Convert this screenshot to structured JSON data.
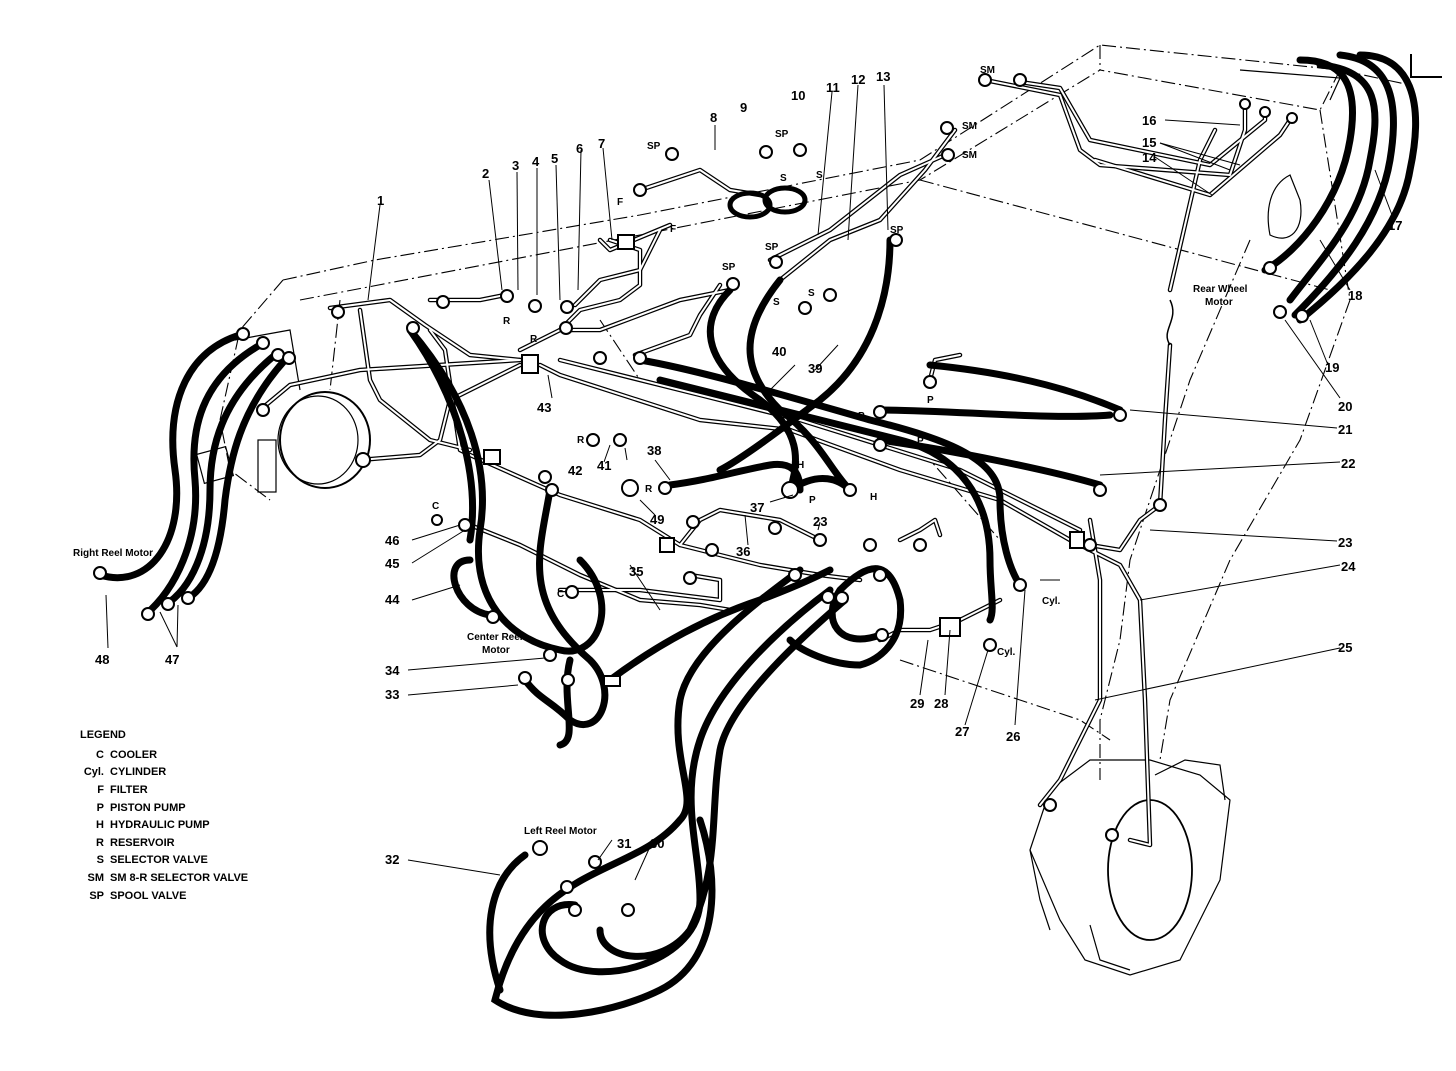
{
  "legend": {
    "title": "LEGEND",
    "items": [
      {
        "abbr": "C",
        "desc": "COOLER"
      },
      {
        "abbr": "Cyl.",
        "desc": "CYLINDER"
      },
      {
        "abbr": "F",
        "desc": "FILTER"
      },
      {
        "abbr": "P",
        "desc": "PISTON PUMP"
      },
      {
        "abbr": "H",
        "desc": "HYDRAULIC PUMP"
      },
      {
        "abbr": "R",
        "desc": "RESERVOIR"
      },
      {
        "abbr": "S",
        "desc": "SELECTOR VALVE"
      },
      {
        "abbr": "SM",
        "desc": "SM 8-R SELECTOR VALVE"
      },
      {
        "abbr": "SP",
        "desc": "SPOOL VALVE"
      }
    ]
  },
  "component_labels": {
    "right_reel_motor": "Right Reel Motor",
    "center_reel_motor_1": "Center Reel",
    "center_reel_motor_2": "Motor",
    "left_reel_motor": "Left Reel Motor",
    "rear_wheel_motor_1": "Rear Wheel",
    "rear_wheel_motor_2": "Motor"
  },
  "codes": {
    "sm_top": "SM",
    "sm_1": "SM",
    "sm_2": "SM",
    "sp_left": "SP",
    "sp_9": "SP",
    "sp_a": "SP",
    "sp_b": "SP",
    "sp_13": "SP",
    "s_1": "S",
    "s_2": "S",
    "s_3": "S",
    "s_4": "S",
    "f_1": "F",
    "f_2": "F",
    "r_1": "R",
    "r_2": "R",
    "r_3": "R",
    "r_4": "R",
    "p_1": "P",
    "p_2": "P",
    "p_3": "P",
    "p_4": "P",
    "h_1": "H",
    "h_2": "H",
    "c_1": "C",
    "c_2": "C",
    "cyl_1": "Cyl.",
    "cyl_2": "Cyl."
  },
  "part_numbers": [
    "1",
    "2",
    "3",
    "4",
    "5",
    "6",
    "7",
    "8",
    "9",
    "10",
    "11",
    "12",
    "13",
    "14",
    "15",
    "16",
    "17",
    "18",
    "19",
    "20",
    "21",
    "22",
    "23",
    "23",
    "24",
    "25",
    "26",
    "27",
    "28",
    "29",
    "30",
    "31",
    "32",
    "33",
    "34",
    "35",
    "36",
    "37",
    "38",
    "39",
    "40",
    "41",
    "42",
    "43",
    "44",
    "45",
    "46",
    "47",
    "48",
    "49"
  ]
}
